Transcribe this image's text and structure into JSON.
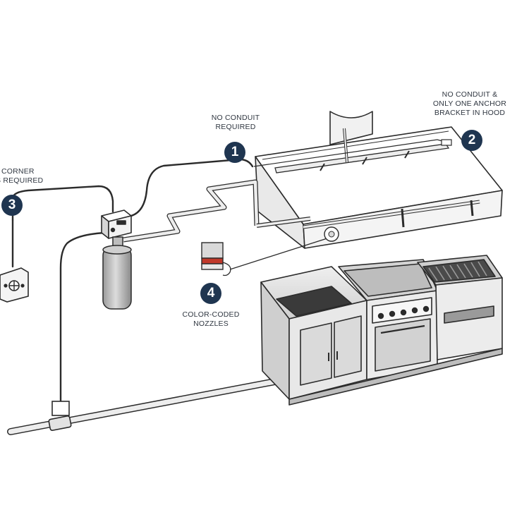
{
  "callouts": [
    {
      "number": "1",
      "lines": [
        "NO CONDUIT",
        "REQUIRED"
      ]
    },
    {
      "number": "2",
      "lines": [
        "NO CONDUIT &",
        "ONLY ONE ANCHOR",
        "BRACKET IN HOOD"
      ]
    },
    {
      "number": "3",
      "lines": [
        "CORNER",
        "S REQUIRED"
      ]
    },
    {
      "number": "4",
      "lines": [
        "COLOR-CODED",
        "NOZZLES"
      ]
    }
  ],
  "colors": {
    "badge": "#1f3550",
    "line": "#2b2b2b",
    "pipe_fill": "#ededed",
    "metal": "#e6e6e6",
    "metal_dark": "#c9c9c9",
    "accent_nozzle": "#c0392b"
  }
}
